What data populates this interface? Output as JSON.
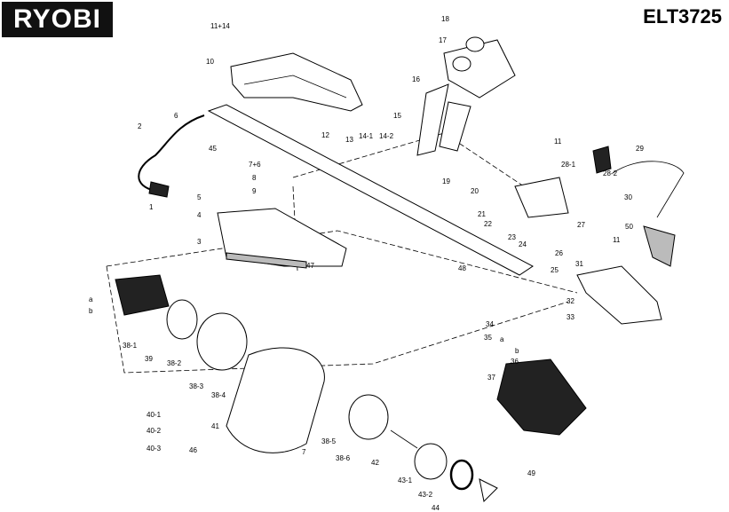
{
  "header": {
    "brand": "RYOBI",
    "model": "ELT3725"
  },
  "labels": [
    "1",
    "2",
    "3",
    "4",
    "5",
    "6",
    "7",
    "7+6",
    "8",
    "9",
    "10",
    "11+14",
    "11",
    "11",
    "12",
    "13",
    "14-1",
    "14-2",
    "15",
    "16",
    "17",
    "18",
    "19",
    "20",
    "21",
    "22",
    "23",
    "24",
    "25",
    "26",
    "27",
    "28-1",
    "28-2",
    "29",
    "30",
    "31",
    "32",
    "33",
    "34",
    "35",
    "36",
    "37",
    "38-1",
    "38-2",
    "38-3",
    "38-4",
    "38-5",
    "38-6",
    "39",
    "40-1",
    "40-2",
    "40-3",
    "41",
    "42",
    "43-1",
    "43-2",
    "44",
    "45",
    "46",
    "47",
    "48",
    "49",
    "50",
    "a",
    "b",
    "a",
    "b"
  ]
}
